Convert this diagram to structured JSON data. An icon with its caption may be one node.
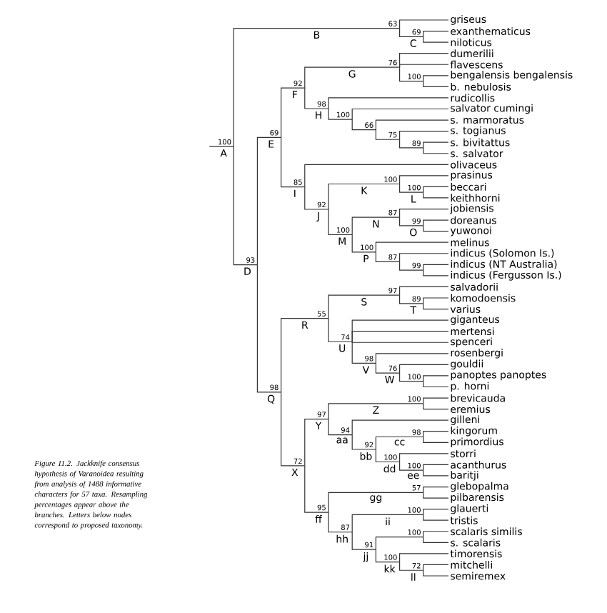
{
  "diagram": {
    "caption": "Figure 11.2. Jackknife consensus hypothesis of Varanoidea resulting from analysis of 1488 informative characters for 57 taxa. Resampling percentages appear above the branches. Letters below nodes correspond to proposed taxonomy.",
    "nodes": [
      {
        "text": [
          "100"
        ],
        "beside": [
          "A"
        ]
      },
      {
        "text": [
          "63"
        ],
        "beside": [
          "B"
        ]
      },
      {
        "text": [
          "griseus"
        ]
      },
      {
        "text": [
          "69"
        ],
        "beside": [
          "C"
        ]
      },
      {
        "text": [
          "exanthematicus"
        ]
      },
      {
        "text": [
          "niloticus"
        ]
      },
      {
        "text": [
          "93"
        ],
        "beside": [
          "D"
        ]
      },
      {
        "text": [
          "69"
        ],
        "beside": [
          "E"
        ]
      },
      {
        "text": [
          "92"
        ],
        "beside": [
          "F"
        ]
      },
      {
        "text": [
          "76"
        ],
        "beside": [
          "G"
        ]
      },
      {
        "text": [
          "dumerilii"
        ]
      },
      {
        "text": [
          "flavescens"
        ]
      },
      {
        "text": [
          "100"
        ]
      },
      {
        "text": [
          "bengalensis bengalensis"
        ]
      },
      {
        "text": [
          "b. nebulosis"
        ]
      },
      {
        "text": [
          "98"
        ],
        "beside": [
          "H"
        ]
      },
      {
        "text": [
          "rudicollis"
        ]
      },
      {
        "text": [
          "100"
        ]
      },
      {
        "text": [
          "salvator cumingi"
        ]
      },
      {
        "text": [
          "66"
        ]
      },
      {
        "text": [
          "s. marmoratus"
        ]
      },
      {
        "text": [
          "75"
        ]
      },
      {
        "text": [
          "s. togianus"
        ]
      },
      {
        "text": [
          "89"
        ]
      },
      {
        "text": [
          "s. bivitattus"
        ]
      },
      {
        "text": [
          "s. salvator"
        ]
      },
      {
        "text": [
          "85"
        ],
        "beside": [
          "I"
        ]
      },
      {
        "text": [
          "olivaceus"
        ]
      },
      {
        "text": [
          "92"
        ],
        "beside": [
          "J"
        ]
      },
      {
        "text": [
          "100"
        ],
        "beside": [
          "K"
        ]
      },
      {
        "text": [
          "prasinus"
        ]
      },
      {
        "text": [
          "100"
        ],
        "beside": [
          "L"
        ]
      },
      {
        "text": [
          "beccari"
        ]
      },
      {
        "text": [
          "keithhorni"
        ]
      },
      {
        "text": [
          "100"
        ],
        "beside": [
          "M"
        ]
      },
      {
        "text": [
          "87"
        ],
        "beside": [
          "N"
        ]
      },
      {
        "text": [
          "jobiensis"
        ]
      },
      {
        "text": [
          "99"
        ],
        "beside": [
          "O"
        ]
      },
      {
        "text": [
          "doreanus"
        ]
      },
      {
        "text": [
          "yuwonoi"
        ]
      },
      {
        "text": [
          "100"
        ],
        "beside": [
          "P"
        ]
      },
      {
        "text": [
          "melinus"
        ]
      },
      {
        "text": [
          "87"
        ]
      },
      {
        "text": [
          "indicus (Solomon Is.)"
        ]
      },
      {
        "text": [
          "99"
        ]
      },
      {
        "text": [
          "indicus (NT Australia)"
        ]
      },
      {
        "text": [
          "indicus (Fergusson Is.)"
        ]
      },
      {
        "text": [
          "98"
        ],
        "beside": [
          "Q"
        ]
      },
      {
        "text": [
          "55"
        ],
        "beside": [
          "R"
        ]
      },
      {
        "text": [
          "97"
        ],
        "beside": [
          "S"
        ]
      },
      {
        "text": [
          "salvadorii"
        ]
      },
      {
        "text": [
          "89"
        ],
        "beside": [
          "T"
        ]
      },
      {
        "text": [
          "komodoensis"
        ]
      },
      {
        "text": [
          "varius"
        ]
      },
      {
        "text": [
          "74"
        ],
        "beside": [
          "U"
        ]
      },
      {
        "text": [
          "giganteus"
        ]
      },
      {
        "text": [
          "mertensi"
        ]
      },
      {
        "text": [
          "spenceri"
        ]
      },
      {
        "text": [
          "98"
        ],
        "beside": [
          "V"
        ]
      },
      {
        "text": [
          "rosenbergi"
        ]
      },
      {
        "text": [
          "76"
        ],
        "beside": [
          "W"
        ]
      },
      {
        "text": [
          "gouldii"
        ]
      },
      {
        "text": [
          "100"
        ]
      },
      {
        "text": [
          "panoptes panoptes"
        ]
      },
      {
        "text": [
          "p. horni"
        ]
      },
      {
        "text": [
          "72"
        ],
        "beside": [
          "X"
        ]
      },
      {
        "text": [
          "97"
        ],
        "beside": [
          "Y"
        ]
      },
      {
        "text": [
          "100"
        ],
        "beside": [
          "Z"
        ]
      },
      {
        "text": [
          "brevicauda"
        ]
      },
      {
        "text": [
          "eremius"
        ]
      },
      {
        "text": [
          "94"
        ],
        "beside": [
          "aa"
        ]
      },
      {
        "text": [
          "gilleni"
        ]
      },
      {
        "text": [
          "92"
        ],
        "beside": [
          "bb"
        ]
      },
      {
        "text": [
          "98"
        ],
        "beside": [
          "cc"
        ]
      },
      {
        "text": [
          "kingorum"
        ]
      },
      {
        "text": [
          "primordius"
        ]
      },
      {
        "text": [
          "100"
        ],
        "beside": [
          "dd"
        ]
      },
      {
        "text": [
          "storri"
        ]
      },
      {
        "text": [
          "100"
        ],
        "beside": [
          "ee"
        ]
      },
      {
        "text": [
          "acanthurus"
        ]
      },
      {
        "text": [
          "baritji"
        ]
      },
      {
        "text": [
          "95"
        ],
        "beside": [
          "ff"
        ]
      },
      {
        "text": [
          "57"
        ],
        "beside": [
          "gg"
        ]
      },
      {
        "text": [
          "glebopalma"
        ]
      },
      {
        "text": [
          "pilbarensis"
        ]
      },
      {
        "text": [
          "87"
        ],
        "beside": [
          "hh"
        ]
      },
      {
        "text": [
          "100"
        ],
        "beside": [
          "ii"
        ]
      },
      {
        "text": [
          "glauerti"
        ]
      },
      {
        "text": [
          "tristis"
        ]
      },
      {
        "text": [
          "91"
        ],
        "beside": [
          "jj"
        ]
      },
      {
        "text": [
          "100"
        ]
      },
      {
        "text": [
          "scalaris similis"
        ]
      },
      {
        "text": [
          "s. scalaris"
        ]
      },
      {
        "text": [
          "100"
        ],
        "beside": [
          "kk"
        ]
      },
      {
        "text": [
          "timorensis"
        ]
      },
      {
        "text": [
          "72"
        ],
        "beside": [
          "ll"
        ]
      },
      {
        "text": [
          "mitchelli"
        ]
      },
      {
        "text": [
          "semiremex"
        ]
      }
    ],
    "edges": [
      {
        "from": null,
        "to": 0,
        "arrow": "none"
      },
      {
        "from": 0,
        "to": 1,
        "arrow": "none"
      },
      {
        "from": 1,
        "to": 2,
        "arrow": "none"
      },
      {
        "from": 1,
        "to": 3,
        "arrow": "none"
      },
      {
        "from": 3,
        "to": 4,
        "arrow": "none"
      },
      {
        "from": 3,
        "to": 5,
        "arrow": "none"
      },
      {
        "from": 0,
        "to": 6,
        "arrow": "none"
      },
      {
        "from": 6,
        "to": 7,
        "arrow": "none"
      },
      {
        "from": 7,
        "to": 8,
        "arrow": "none"
      },
      {
        "from": 8,
        "to": 9,
        "arrow": "none"
      },
      {
        "from": 9,
        "to": 10,
        "arrow": "none"
      },
      {
        "from": 9,
        "to": 11,
        "arrow": "none"
      },
      {
        "from": 9,
        "to": 12,
        "arrow": "none"
      },
      {
        "from": 12,
        "to": 13,
        "arrow": "none"
      },
      {
        "from": 12,
        "to": 14,
        "arrow": "none"
      },
      {
        "from": 8,
        "to": 15,
        "arrow": "none"
      },
      {
        "from": 15,
        "to": 16,
        "arrow": "none"
      },
      {
        "from": 15,
        "to": 17,
        "arrow": "none"
      },
      {
        "from": 17,
        "to": 18,
        "arrow": "none"
      },
      {
        "from": 17,
        "to": 19,
        "arrow": "none"
      },
      {
        "from": 19,
        "to": 20,
        "arrow": "none"
      },
      {
        "from": 19,
        "to": 21,
        "arrow": "none"
      },
      {
        "from": 21,
        "to": 22,
        "arrow": "none"
      },
      {
        "from": 21,
        "to": 23,
        "arrow": "none"
      },
      {
        "from": 23,
        "to": 24,
        "arrow": "none"
      },
      {
        "from": 23,
        "to": 25,
        "arrow": "none"
      },
      {
        "from": 7,
        "to": 26,
        "arrow": "none"
      },
      {
        "from": 26,
        "to": 27,
        "arrow": "none"
      },
      {
        "from": 26,
        "to": 28,
        "arrow": "none"
      },
      {
        "from": 28,
        "to": 29,
        "arrow": "none"
      },
      {
        "from": 29,
        "to": 30,
        "arrow": "none"
      },
      {
        "from": 29,
        "to": 31,
        "arrow": "none"
      },
      {
        "from": 31,
        "to": 32,
        "arrow": "none"
      },
      {
        "from": 31,
        "to": 33,
        "arrow": "none"
      },
      {
        "from": 28,
        "to": 34,
        "arrow": "none"
      },
      {
        "from": 34,
        "to": 35,
        "arrow": "none"
      },
      {
        "from": 35,
        "to": 36,
        "arrow": "none"
      },
      {
        "from": 35,
        "to": 37,
        "arrow": "none"
      },
      {
        "from": 37,
        "to": 38,
        "arrow": "none"
      },
      {
        "from": 37,
        "to": 39,
        "arrow": "none"
      },
      {
        "from": 34,
        "to": 40,
        "arrow": "none"
      },
      {
        "from": 40,
        "to": 41,
        "arrow": "none"
      },
      {
        "from": 40,
        "to": 42,
        "arrow": "none"
      },
      {
        "from": 42,
        "to": 43,
        "arrow": "none"
      },
      {
        "from": 42,
        "to": 44,
        "arrow": "none"
      },
      {
        "from": 44,
        "to": 45,
        "arrow": "none"
      },
      {
        "from": 44,
        "to": 46,
        "arrow": "none"
      },
      {
        "from": 6,
        "to": 47,
        "arrow": "none"
      },
      {
        "from": 47,
        "to": 48,
        "arrow": "none"
      },
      {
        "from": 48,
        "to": 49,
        "arrow": "none"
      },
      {
        "from": 49,
        "to": 50,
        "arrow": "none"
      },
      {
        "from": 49,
        "to": 51,
        "arrow": "none"
      },
      {
        "from": 51,
        "to": 52,
        "arrow": "none"
      },
      {
        "from": 51,
        "to": 53,
        "arrow": "none"
      },
      {
        "from": 48,
        "to": 54,
        "arrow": "none"
      },
      {
        "from": 54,
        "to": 55,
        "arrow": "none"
      },
      {
        "from": 54,
        "to": 56,
        "arrow": "none"
      },
      {
        "from": 54,
        "to": 57,
        "arrow": "none"
      },
      {
        "from": 54,
        "to": 58,
        "arrow": "none"
      },
      {
        "from": 58,
        "to": 59,
        "arrow": "none"
      },
      {
        "from": 58,
        "to": 60,
        "arrow": "none"
      },
      {
        "from": 60,
        "to": 61,
        "arrow": "none"
      },
      {
        "from": 60,
        "to": 62,
        "arrow": "none"
      },
      {
        "from": 62,
        "to": 63,
        "arrow": "none"
      },
      {
        "from": 62,
        "to": 64,
        "arrow": "none"
      },
      {
        "from": 47,
        "to": 65,
        "arrow": "none"
      },
      {
        "from": 65,
        "to": 66,
        "arrow": "none"
      },
      {
        "from": 66,
        "to": 67,
        "arrow": "none"
      },
      {
        "from": 67,
        "to": 68,
        "arrow": "none"
      },
      {
        "from": 67,
        "to": 69,
        "arrow": "none"
      },
      {
        "from": 66,
        "to": 70,
        "arrow": "none"
      },
      {
        "from": 70,
        "to": 71,
        "arrow": "none"
      },
      {
        "from": 70,
        "to": 72,
        "arrow": "none"
      },
      {
        "from": 72,
        "to": 73,
        "arrow": "none"
      },
      {
        "from": 73,
        "to": 74,
        "arrow": "none"
      },
      {
        "from": 73,
        "to": 75,
        "arrow": "none"
      },
      {
        "from": 72,
        "to": 76,
        "arrow": "none"
      },
      {
        "from": 76,
        "to": 77,
        "arrow": "none"
      },
      {
        "from": 76,
        "to": 78,
        "arrow": "none"
      },
      {
        "from": 78,
        "to": 79,
        "arrow": "none"
      },
      {
        "from": 78,
        "to": 80,
        "arrow": "none"
      },
      {
        "from": 65,
        "to": 81,
        "arrow": "none"
      },
      {
        "from": 81,
        "to": 82,
        "arrow": "none"
      },
      {
        "from": 82,
        "to": 83,
        "arrow": "none"
      },
      {
        "from": 82,
        "to": 84,
        "arrow": "none"
      },
      {
        "from": 81,
        "to": 85,
        "arrow": "none"
      },
      {
        "from": 85,
        "to": 86,
        "arrow": "none"
      },
      {
        "from": 86,
        "to": 87,
        "arrow": "none"
      },
      {
        "from": 86,
        "to": 88,
        "arrow": "none"
      },
      {
        "from": 85,
        "to": 89,
        "arrow": "none"
      },
      {
        "from": 89,
        "to": 90,
        "arrow": "none"
      },
      {
        "from": 90,
        "to": 91,
        "arrow": "none"
      },
      {
        "from": 90,
        "to": 92,
        "arrow": "none"
      },
      {
        "from": 89,
        "to": 93,
        "arrow": "none"
      },
      {
        "from": 93,
        "to": 94,
        "arrow": "none"
      },
      {
        "from": 93,
        "to": 95,
        "arrow": "none"
      },
      {
        "from": 95,
        "to": 96,
        "arrow": "none"
      },
      {
        "from": 95,
        "to": 97,
        "arrow": "none"
      }
    ]
  }
}
